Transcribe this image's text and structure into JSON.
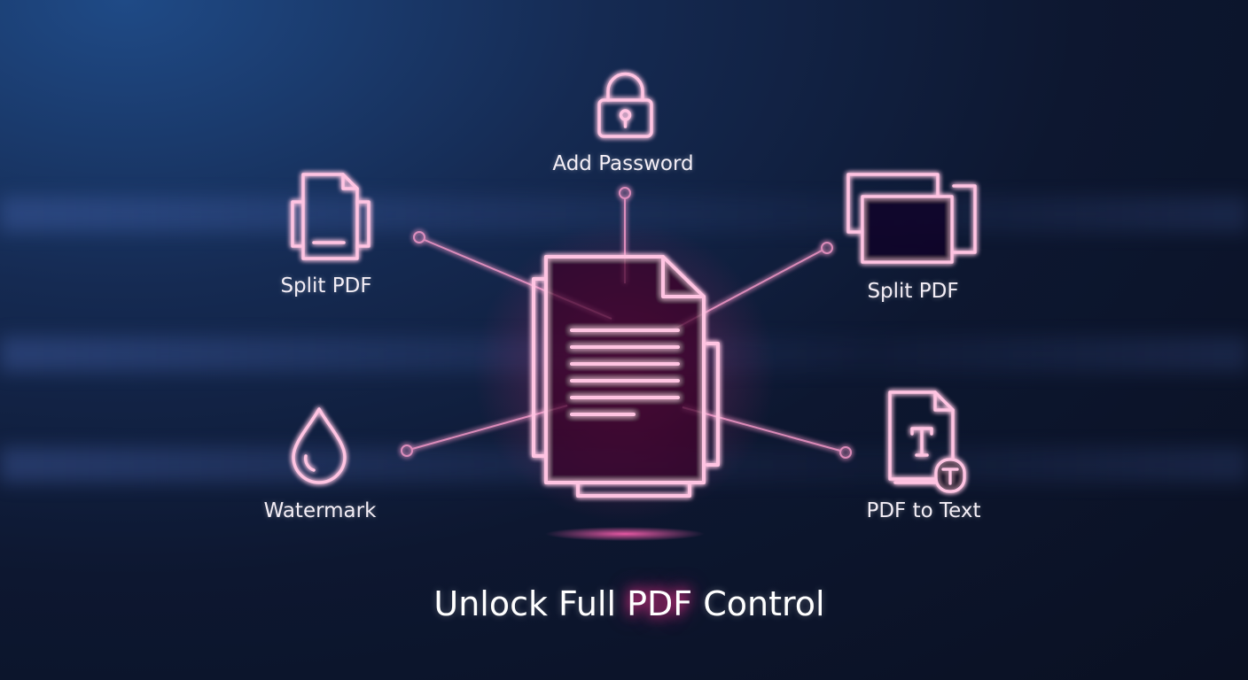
{
  "title": {
    "prefix": "Unlock Full ",
    "highlight": "PDF",
    "suffix": " Control"
  },
  "center": {
    "icon": "document-stack-icon"
  },
  "features": [
    {
      "label": "Add Password",
      "icon": "lock-icon"
    },
    {
      "label": "Split PDF",
      "icon": "split-document-icon"
    },
    {
      "label": "Split PDF",
      "icon": "split-pages-icon"
    },
    {
      "label": "Watermark",
      "icon": "droplet-icon"
    },
    {
      "label": "PDF to Text",
      "icon": "pdf-text-icon"
    }
  ],
  "colors": {
    "neon": "#ff8fc8",
    "glow": "#ff3c9a",
    "background": "#0d1730"
  }
}
